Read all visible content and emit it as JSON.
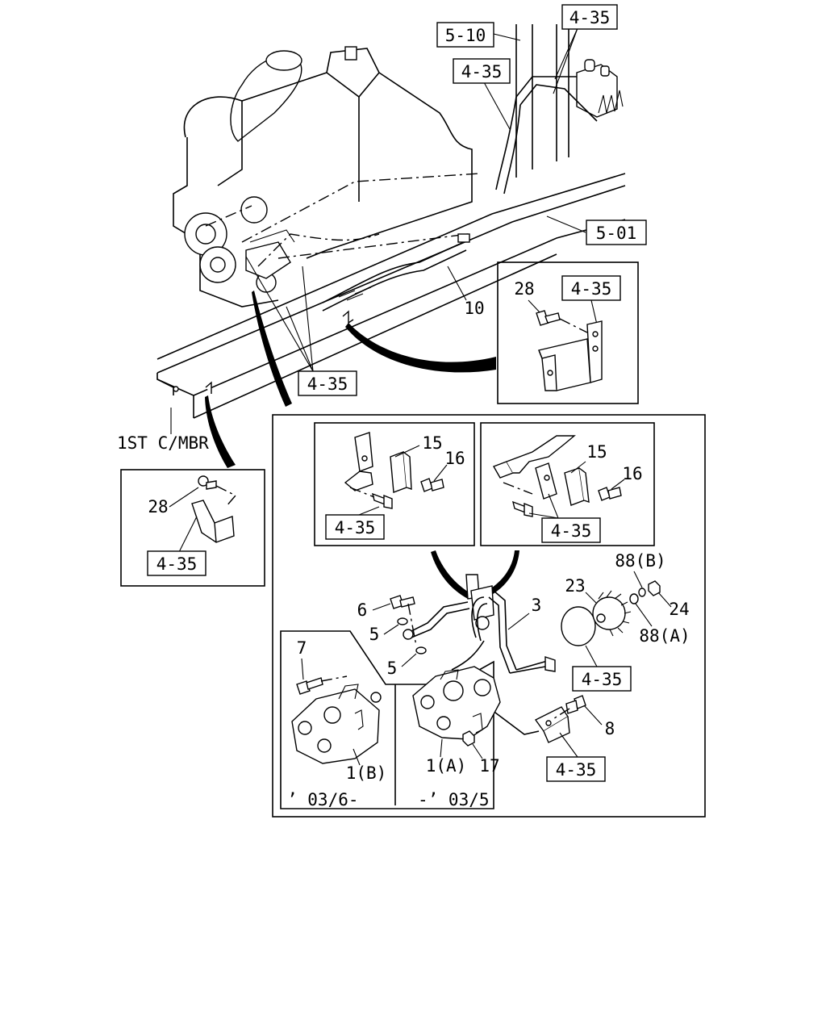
{
  "refs": {
    "r_5_10": "5-10",
    "r_4_35_top": "4-35",
    "r_4_35_pipe": "4-35",
    "r_5_01": "5-01",
    "r_4_35_frame": "4-35",
    "r_4_35_detail_tr": "4-35",
    "r_4_35_detail_l": "4-35",
    "r_4_35_clamp_a": "4-35",
    "r_4_35_clamp_b": "4-35",
    "r_4_35_oring": "4-35",
    "r_4_35_bracket": "4-35"
  },
  "labels": {
    "frame_member": "1ST C/MBR",
    "p10": "10",
    "p28_tr": "28",
    "p28_l": "28",
    "p15_a": "15",
    "p16_a": "16",
    "p15_b": "15",
    "p16_b": "16",
    "p88b": "88(B)",
    "p88a": "88(A)",
    "p23": "23",
    "p24": "24",
    "p3": "3",
    "p6": "6",
    "p5_a": "5",
    "p5_b": "5",
    "p7": "7",
    "p8": "8",
    "p17": "17",
    "p1a": "1(A)",
    "p1b": "1(B)",
    "date_new": "’ 03/6-",
    "date_old": "-’ 03/5"
  }
}
